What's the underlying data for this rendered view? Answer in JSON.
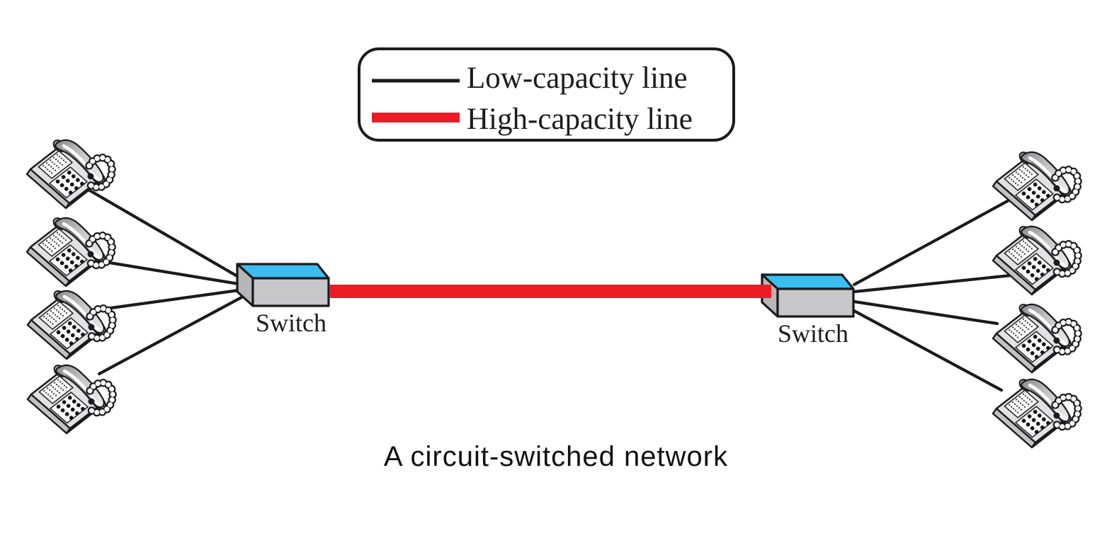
{
  "caption": {
    "text": "A circuit-switched network"
  },
  "legend": {
    "items": [
      {
        "label": "Low-capacity line",
        "swatch_color": "#1b1b1f",
        "swatch_style": "thin"
      },
      {
        "label": "High-capacity line",
        "swatch_color": "#ed1c24",
        "swatch_style": "thick"
      }
    ]
  },
  "switches": [
    {
      "label": "Switch",
      "side": "left"
    },
    {
      "label": "Switch",
      "side": "right"
    }
  ],
  "network": {
    "left_phone_count": 4,
    "right_phone_count": 4,
    "switch_count": 2
  },
  "colors": {
    "low_capacity_line": "#1b1b1f",
    "high_capacity_line": "#ed1c24",
    "switch_top": "#3bbdef",
    "switch_front": "#c7c6c8",
    "switch_side": "#b6b5b7",
    "background": "#ffffff",
    "text": "#1c1c1c"
  }
}
